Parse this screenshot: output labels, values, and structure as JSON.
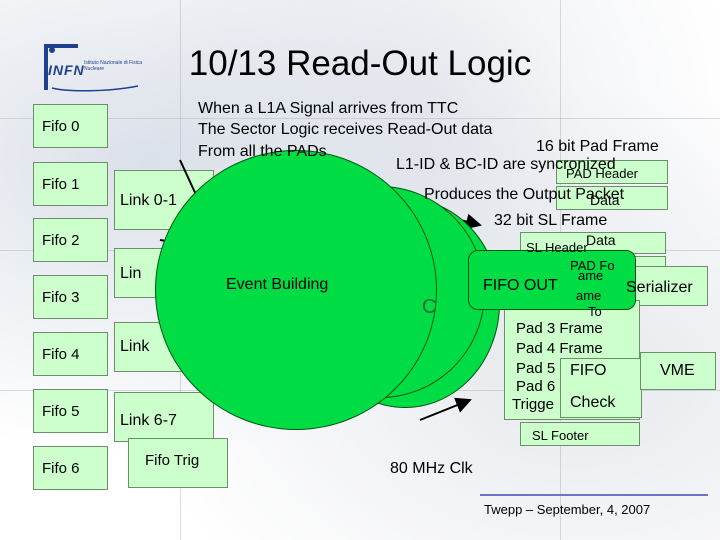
{
  "title": "10/13 Read-Out Logic",
  "logo": {
    "text": "INFN",
    "subtitle": "Istituto Nazionale di Fisica Nucleare"
  },
  "fifos": [
    "Fifo 0",
    "Fifo 1",
    "Fifo 2",
    "Fifo 3",
    "Fifo 4",
    "Fifo 5",
    "Fifo 6"
  ],
  "links": [
    "Link 0-1",
    "Lin",
    "Link",
    "Link 6-7"
  ],
  "fifo_trig": "Fifo Trig",
  "description": {
    "line1": "When a L1A Signal arrives from TTC",
    "line2": "The Sector Logic receives Read-Out data",
    "line3": "From all the PADs"
  },
  "pad_frame": "16 bit Pad Frame",
  "sync": "L1-ID & BC-ID are syncronized",
  "pad_header": "PAD Header",
  "produces": "Produces the Output Packet",
  "data1": "Data",
  "sl_frame": "32 bit SL Frame",
  "sl_header": "SL Header",
  "data2": "Data",
  "event_building": "Event Building",
  "fifo_out": "FIFO OUT",
  "serializer": "Serializer",
  "c_letter": "C",
  "pad_fo": "PAD Fo",
  "frame_frag": "ame",
  "frame_frag2": "ame",
  "to_frag": "To",
  "pad3": "Pad 3 Frame",
  "pad4": "Pad 4 Frame",
  "pad5": "Pad 5",
  "fifo": "FIFO",
  "vme": "VME",
  "pad6": "Pad 6",
  "trigge": "Trigge",
  "check": "Check",
  "sl_footer": "SL Footer",
  "clock": "80 MHz Clk",
  "footer": "Twepp – September, 4, 2007",
  "colors": {
    "green": "#00dd44",
    "pale_green": "#ccffcc",
    "accent_line": "#6a75c8",
    "logo_blue": "#1f3f8f"
  }
}
